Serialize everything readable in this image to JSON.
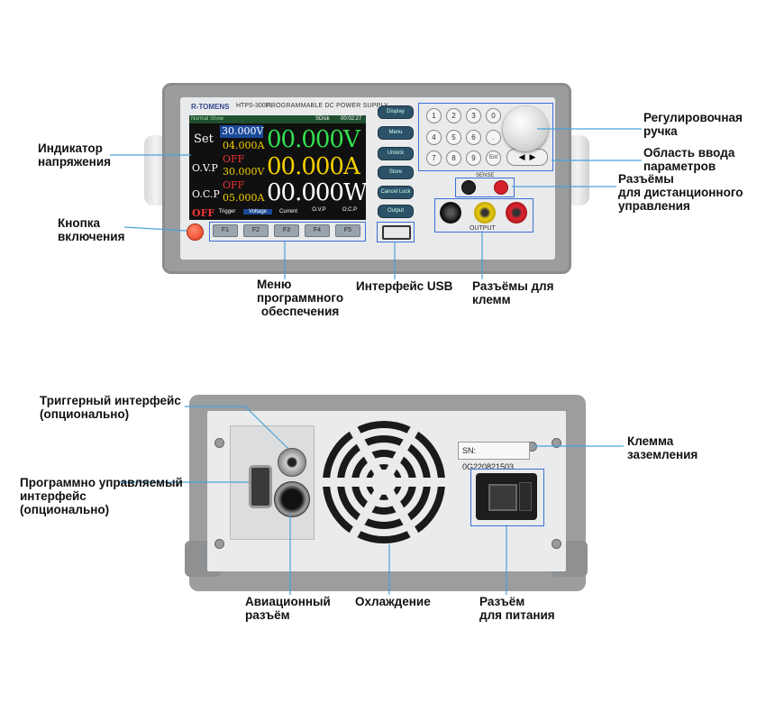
{
  "front_panel": {
    "brand": "R-TOMENS",
    "model": "HTPS-300FL",
    "title": "PROGRAMMABLE DC POWER SUPPLY",
    "screen": {
      "mode": "Normal Show",
      "status": "SDisk",
      "time": "00:02:27",
      "set_label": "Set",
      "set_voltage": "30.000V",
      "set_current": "04.000A",
      "ovp_label": "O.V.P",
      "ovp_state": "OFF",
      "ovp_value": "30.000V",
      "ocp_label": "O.C.P",
      "ocp_state": "OFF",
      "ocp_value": "05.000A",
      "out_state": "OFF",
      "voltage": "00.000V",
      "current": "00.000A",
      "power": "00.000W",
      "softkeys": [
        "Trigger",
        "Voltage",
        "Current",
        "O.V.P",
        "O.C.P"
      ]
    },
    "function_keys": [
      "F1",
      "F2",
      "F3",
      "F4",
      "F5"
    ],
    "side_buttons": [
      "Display",
      "Menu",
      "Unlock",
      "Store",
      "Cancel Lock",
      "Output"
    ],
    "keypad": [
      "1",
      "2",
      "3",
      "0",
      "4",
      "5",
      "6",
      ".",
      "7",
      "8",
      "9",
      "Ent"
    ],
    "sense_label": "SENSE",
    "output_label": "OUTPUT"
  },
  "back_panel": {
    "serial": "SN: 0G220821503"
  },
  "labels": {
    "voltage_indicator": [
      "Индикатор",
      "напряжения"
    ],
    "power_button": [
      "Кнопка",
      "включения"
    ],
    "software_menu": [
      "Меню",
      "программного",
      "обеспечения"
    ],
    "usb_interface": [
      "Интерфейс USB"
    ],
    "terminal_jacks": [
      "Разъёмы для",
      "клемм"
    ],
    "adjust_knob": [
      "Регулировочная",
      "ручка"
    ],
    "input_area": [
      "Область ввода",
      "параметров"
    ],
    "remote_jacks": [
      "Разъёмы",
      "для дистанционного",
      "управления"
    ],
    "trigger_interface": [
      "Триггерный интерфейс",
      "(опционально)"
    ],
    "programmable_interface": [
      "Программно управляемый",
      "интерфейс",
      "(опционально)"
    ],
    "aviation_connector": [
      "Авиационный",
      "разъём"
    ],
    "cooling": [
      "Охлаждение"
    ],
    "power_connector": [
      "Разъём",
      "для питания"
    ],
    "ground_terminal": [
      "Клемма",
      "заземления"
    ]
  },
  "colors": {
    "leader_line": "#4aa3d8",
    "highlight_box": "#3a6fd8",
    "screen_blue": "#1b4a9a"
  }
}
